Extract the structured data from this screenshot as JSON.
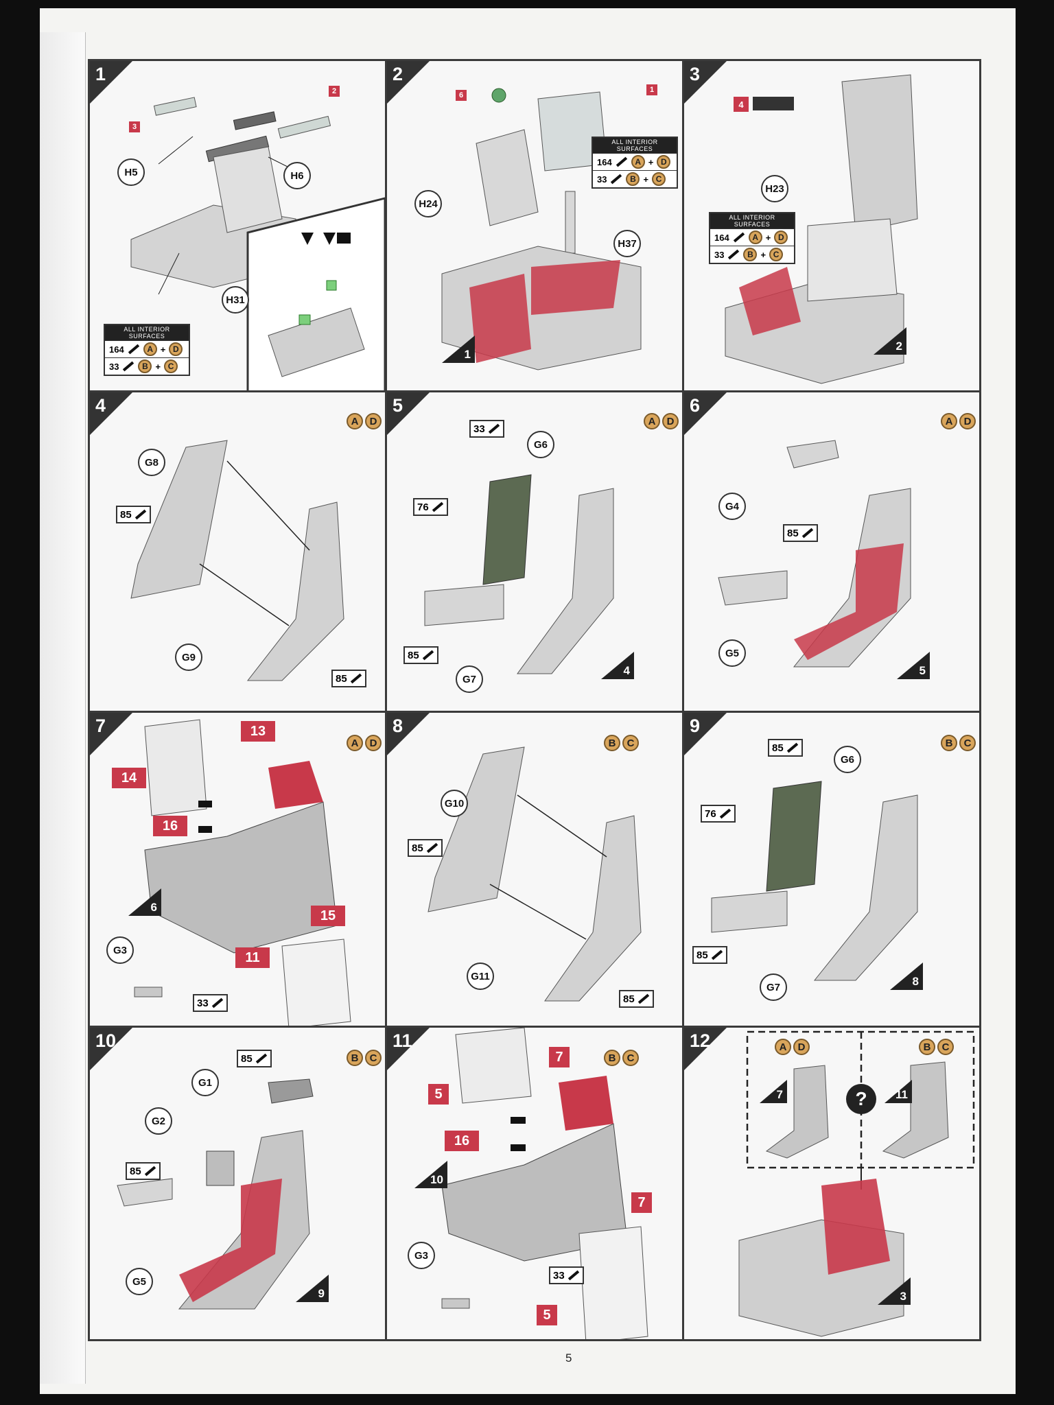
{
  "page_number": "5",
  "paint_table": {
    "header": "ALL INTERIOR SURFACES",
    "rows": [
      {
        "code": "164",
        "mix": [
          "A",
          "D"
        ]
      },
      {
        "code": "33",
        "mix": [
          "B",
          "C"
        ]
      }
    ]
  },
  "steps": [
    {
      "num": "1",
      "labels": [
        "H5",
        "H6",
        "H31"
      ],
      "decals": [
        "3",
        "2"
      ]
    },
    {
      "num": "2",
      "labels": [
        "H24",
        "H37"
      ],
      "decals": [
        "6",
        "1"
      ],
      "ref": "1"
    },
    {
      "num": "3",
      "labels": [
        "H23"
      ],
      "decals": [
        "4"
      ],
      "ref": "2"
    },
    {
      "num": "4",
      "badge": [
        "A",
        "D"
      ],
      "labels": [
        "G8",
        "G9"
      ],
      "paints": [
        "85",
        "85"
      ]
    },
    {
      "num": "5",
      "badge": [
        "A",
        "D"
      ],
      "labels": [
        "G6",
        "G7"
      ],
      "paints": [
        "33",
        "76",
        "85"
      ],
      "ref": "4"
    },
    {
      "num": "6",
      "badge": [
        "A",
        "D"
      ],
      "labels": [
        "G4",
        "G5"
      ],
      "paints": [
        "85"
      ],
      "ref": "5"
    },
    {
      "num": "7",
      "badge": [
        "A",
        "D"
      ],
      "labels": [
        "G3"
      ],
      "paints": [
        "33"
      ],
      "decals": [
        "13",
        "14",
        "16",
        "15",
        "11"
      ],
      "ref": "6"
    },
    {
      "num": "8",
      "badge": [
        "B",
        "C"
      ],
      "labels": [
        "G10",
        "G11"
      ],
      "paints": [
        "85",
        "85"
      ]
    },
    {
      "num": "9",
      "badge": [
        "B",
        "C"
      ],
      "labels": [
        "G6",
        "G7"
      ],
      "paints": [
        "85",
        "76",
        "85"
      ],
      "ref": "8"
    },
    {
      "num": "10",
      "badge": [
        "B",
        "C"
      ],
      "labels": [
        "G1",
        "G2",
        "G5"
      ],
      "paints": [
        "85",
        "85"
      ],
      "ref": "9"
    },
    {
      "num": "11",
      "badge": [
        "B",
        "C"
      ],
      "labels": [
        "G3"
      ],
      "paints": [
        "33"
      ],
      "decals": [
        "7",
        "5",
        "16",
        "7",
        "5"
      ],
      "ref": "10"
    },
    {
      "num": "12",
      "badge_left": [
        "A",
        "D"
      ],
      "badge_right": [
        "B",
        "C"
      ],
      "ref_left": "7",
      "ref_right": "11",
      "ref": "3",
      "question": "?"
    }
  ]
}
